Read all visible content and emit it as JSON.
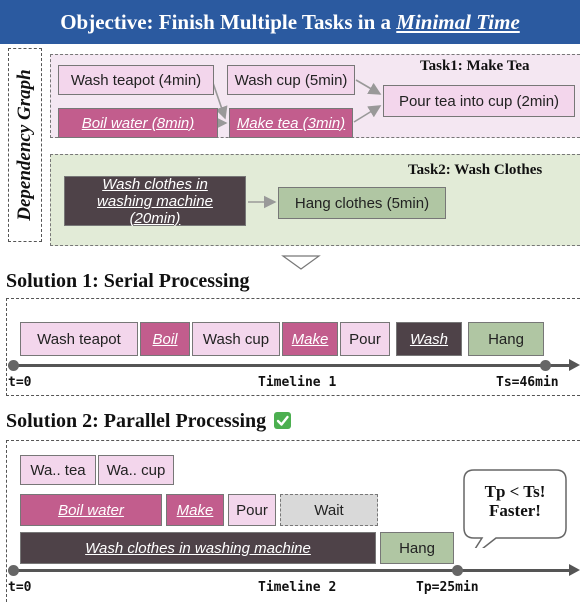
{
  "header": {
    "title_prefix": "Objective: Finish Multiple Tasks in a ",
    "title_emphasis": "Minimal Time"
  },
  "dependency_graph": {
    "side_label": "Dependency Graph",
    "task1": {
      "title": "Task1: Make Tea",
      "nodes": {
        "wash_teapot": "Wash teapot (4min)",
        "boil_water": "Boil water (8min)",
        "wash_cup": "Wash cup (5min)",
        "make_tea": "Make tea (3min)",
        "pour": "Pour tea into cup (2min)"
      }
    },
    "task2": {
      "title": "Task2: Wash Clothes",
      "nodes": {
        "wash_clothes": "Wash clothes in washing machine (20min)",
        "hang": "Hang clothes (5min)"
      }
    }
  },
  "solution1": {
    "title": "Solution 1: Serial Processing",
    "blocks": [
      "Wash teapot",
      "Boil",
      "Wash cup",
      "Make",
      "Pour",
      "Wash",
      "Hang"
    ],
    "t0": "t=0",
    "timeline_label": "Timeline 1",
    "end_label": "Ts=46min"
  },
  "solution2": {
    "title": "Solution 2: Parallel Processing",
    "check_icon": "check-mark-icon",
    "blocks": {
      "wash_teapot": "Wa.. tea",
      "wash_cup": "Wa.. cup",
      "boil_water": "Boil water",
      "make": "Make",
      "pour": "Pour",
      "wait": "Wait",
      "wash_clothes": "Wash clothes in washing machine",
      "hang": "Hang"
    },
    "t0": "t=0",
    "timeline_label": "Timeline 2",
    "end_label": "Tp=25min",
    "callout_line1": "Tp < Ts!",
    "callout_line2": "Faster!"
  },
  "colors": {
    "header_blue": "#2b5aa0",
    "task1_bg": "#f4e7f2",
    "task2_bg": "#e2ebd7",
    "pink_box": "#f3d6ec",
    "magenta_box": "#c25d8d",
    "dark_box": "#4e4248",
    "green_box": "#b0c6a3",
    "check_green": "#4caf50"
  }
}
